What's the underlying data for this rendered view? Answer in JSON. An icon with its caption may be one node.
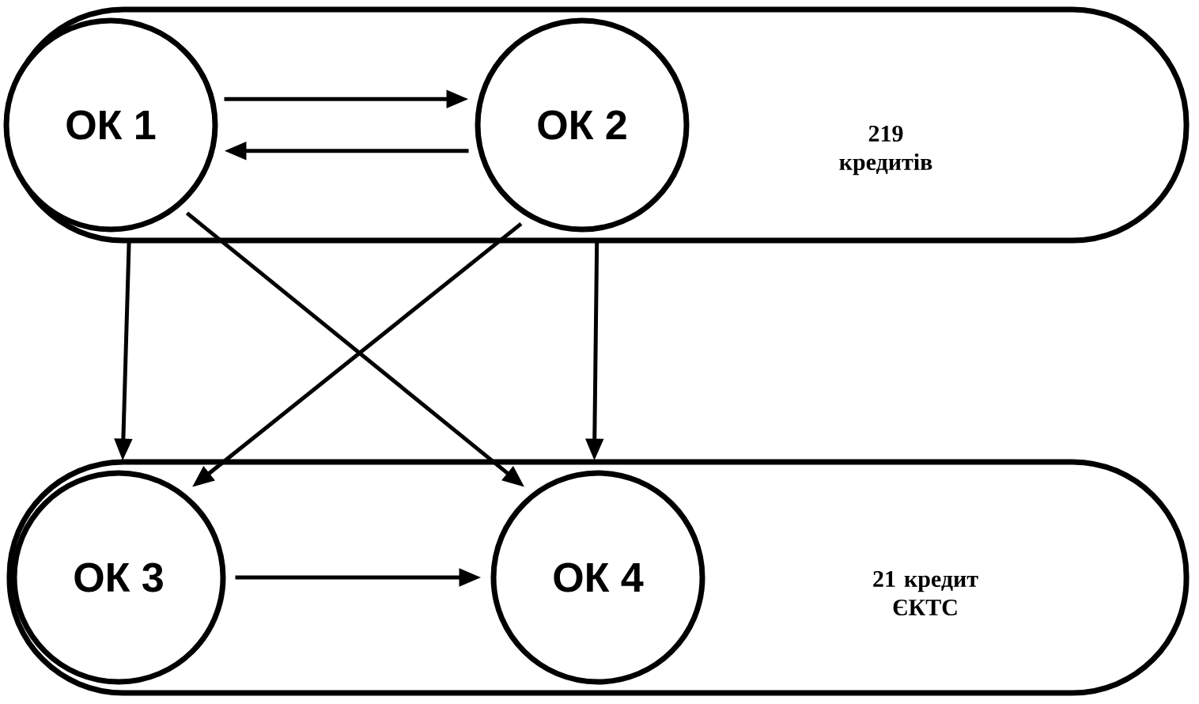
{
  "diagram": {
    "nodes": [
      {
        "text": [
          "219 кредитів"
        ]
      },
      {
        "text": [
          "ОК 1"
        ],
        "in": 0
      },
      {
        "text": [
          "ОК 2"
        ],
        "in": 0
      },
      {
        "text": [
          "21 кредит ЄКТС"
        ]
      },
      {
        "text": [
          "ОК 3"
        ],
        "in": 3
      },
      {
        "text": [
          "ОК 4"
        ],
        "in": 3
      }
    ],
    "edges": [
      {
        "from": 1,
        "to": 2,
        "arrow": "to"
      },
      {
        "from": 2,
        "to": 1,
        "arrow": "to"
      },
      {
        "from": 1,
        "to": 4,
        "arrow": "to"
      },
      {
        "from": 1,
        "to": 5,
        "arrow": "to"
      },
      {
        "from": 2,
        "to": 4,
        "arrow": "to"
      },
      {
        "from": 2,
        "to": 5,
        "arrow": "to"
      },
      {
        "from": 4,
        "to": 5,
        "arrow": "to"
      }
    ]
  }
}
